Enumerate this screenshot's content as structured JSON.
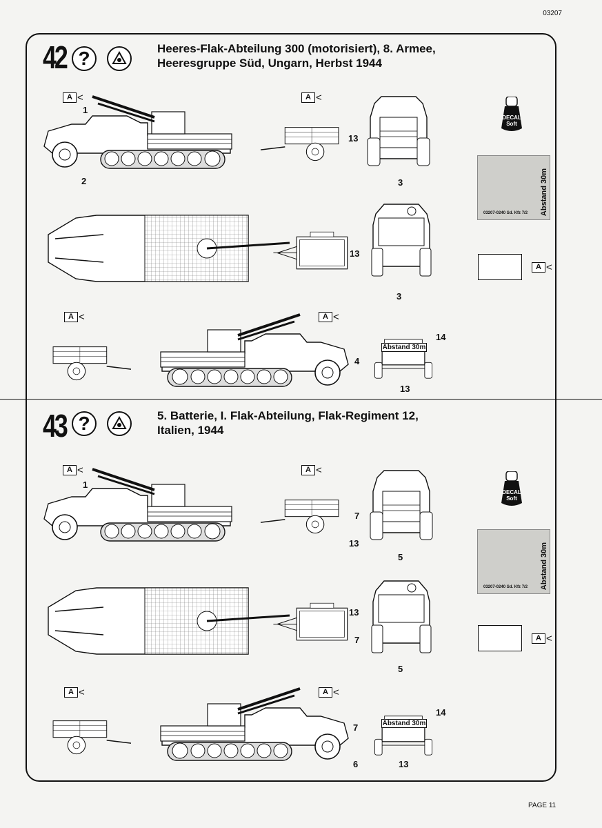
{
  "header": {
    "code": "03207"
  },
  "footer": {
    "page": "PAGE 11"
  },
  "steps": [
    {
      "number": "42",
      "icon_question": "?",
      "title_line1": "Heeres-Flak-Abteilung 300 (motorisiert), 8. Armee,",
      "title_line2": "Heeresgruppe Süd, Ungarn, Herbst 1944",
      "tag": "A",
      "callouts": [
        "1",
        "2",
        "13",
        "3",
        "13",
        "3",
        "14",
        "4",
        "13"
      ],
      "plate": "Abstand 30m",
      "decal": {
        "label": "DECAL",
        "sub": "Soft"
      },
      "sheet": {
        "vertical": "Abstand 30m",
        "footer": "03207-0240  Sd. Kfz 7/2"
      }
    },
    {
      "number": "43",
      "icon_question": "?",
      "title_line1": "5. Batterie, I. Flak-Abteilung, Flak-Regiment 12,",
      "title_line2": "Italien, 1944",
      "tag": "A",
      "callouts": [
        "1",
        "7",
        "13",
        "5",
        "13",
        "7",
        "5",
        "14",
        "7",
        "6",
        "13"
      ],
      "plate": "Abstand 30m",
      "decal": {
        "label": "DECAL",
        "sub": "Soft"
      },
      "sheet": {
        "vertical": "Abstand 30m",
        "footer": "03207-0240  Sd. Kfz 7/2"
      }
    }
  ]
}
